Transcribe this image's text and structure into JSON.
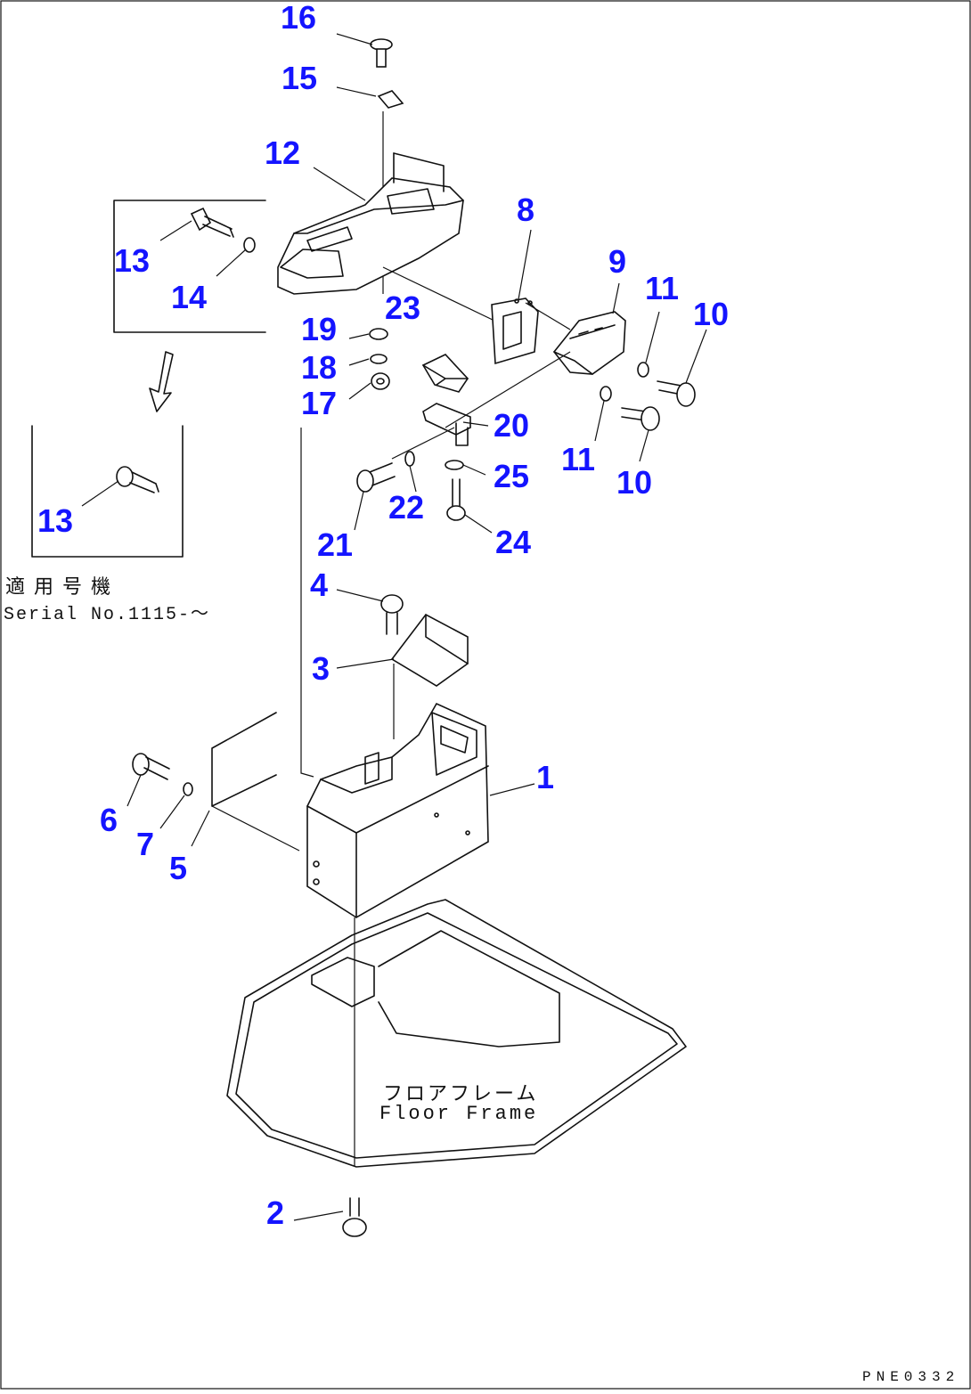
{
  "callouts": {
    "c1": "1",
    "c2": "2",
    "c3": "3",
    "c4": "4",
    "c5": "5",
    "c6": "6",
    "c7": "7",
    "c8": "8",
    "c9": "9",
    "c10a": "10",
    "c10b": "10",
    "c11a": "11",
    "c11b": "11",
    "c12": "12",
    "c13a": "13",
    "c13b": "13",
    "c14": "14",
    "c15": "15",
    "c16": "16",
    "c17": "17",
    "c18": "18",
    "c19": "19",
    "c20": "20",
    "c21": "21",
    "c22": "22",
    "c23": "23",
    "c24": "24",
    "c25": "25"
  },
  "notes": {
    "applicable_jp": "適用号機",
    "serial": "Serial No.1115-〜",
    "floor_frame_jp": "フロアフレーム",
    "floor_frame_en": "Floor Frame",
    "drawing_code": "PNE0332"
  },
  "colors": {
    "callout": "#1414ff",
    "line": "#111111",
    "background": "#ffffff"
  }
}
